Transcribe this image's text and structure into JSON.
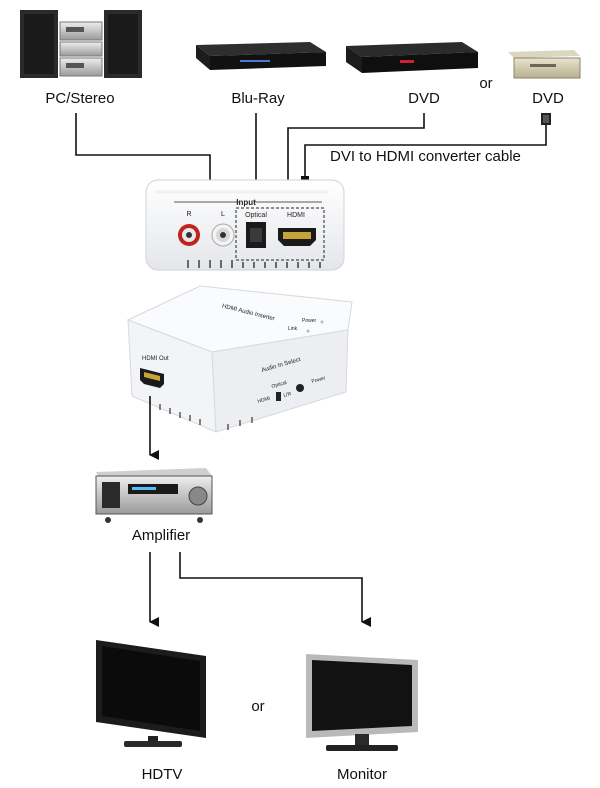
{
  "sources": {
    "pc_stereo": "PC/Stereo",
    "bluray": "Blu-Ray",
    "dvd_1": "DVD",
    "or_top": "or",
    "dvd_2": "DVD",
    "dvi_cable": "DVI  to HDMI converter cable"
  },
  "input_panel": {
    "input_label": "Input",
    "r_label": "R",
    "l_label": "L",
    "optical_label": "Optical",
    "hdmi_label": "HDMI"
  },
  "device": {
    "top_label": "HDMI Audio Inserter",
    "power_led": "Power",
    "link_led": "Link",
    "hdmi_out": "HDMI Out",
    "audio_select": "Audio In Select",
    "optical": "Optical",
    "hdmi": "HDMI",
    "lr": "L/R",
    "power": "Power"
  },
  "outputs": {
    "amplifier": "Amplifier",
    "hdtv": "HDTV",
    "or_bottom": "or",
    "monitor": "Monitor"
  }
}
